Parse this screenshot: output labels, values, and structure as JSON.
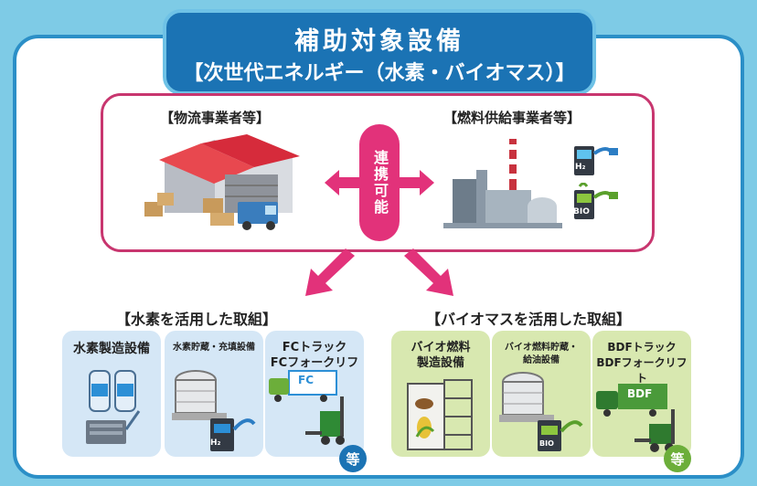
{
  "header": {
    "title": "補助対象設備",
    "subtitle": "【次世代エネルギー（水素・バイオマス）】"
  },
  "partners": {
    "logistics_label": "【物流事業者等】",
    "fuel_label": "【燃料供給事業者等】",
    "cooperation_label": "連携可能"
  },
  "hydrogen": {
    "heading": "【水素を活用した取組】",
    "cards": [
      {
        "label": "水素製造設備"
      },
      {
        "label": "水素貯蔵・充填設備"
      },
      {
        "label_line1": "FCトラック",
        "label_line2": "FCフォークリフト"
      }
    ],
    "etc_label": "等",
    "icon_text": "H₂",
    "truck_badge": "FC"
  },
  "biomass": {
    "heading": "【バイオマスを活用した取組】",
    "cards": [
      {
        "label_line1": "バイオ燃料",
        "label_line2": "製造設備"
      },
      {
        "label_line1": "バイオ燃料貯蔵・",
        "label_line2": "給油設備"
      },
      {
        "label_line1": "BDFトラック",
        "label_line2": "BDFフォークリフト"
      }
    ],
    "etc_label": "等",
    "icon_text": "BIO",
    "truck_badge": "BDF"
  },
  "colors": {
    "header_blue": "#1b73b4",
    "accent_pink": "#e2327a",
    "hydrogen_card": "#d5e7f6",
    "biomass_card": "#d8e8b0"
  }
}
